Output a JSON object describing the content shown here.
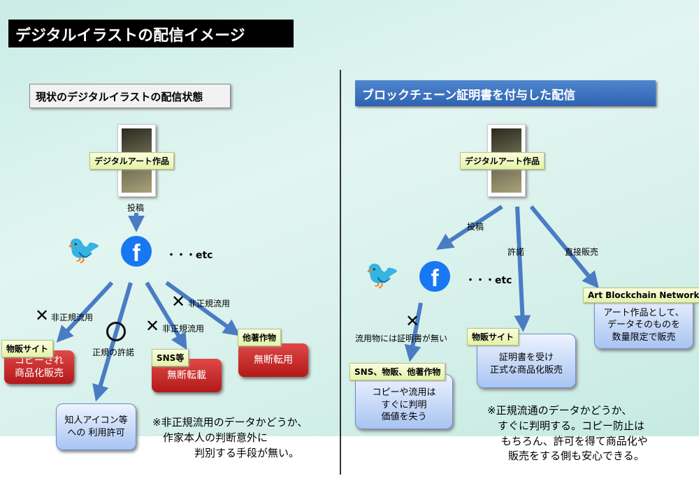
{
  "title": "デジタルイラストの配信イメージ",
  "left": {
    "heading": "現状のデジタルイラストの配信状態",
    "artwork_label": "デジタルアート作品",
    "post_label": "投稿",
    "etc": "・・・etc",
    "unauthorized": "非正規流用",
    "authorized": "正規の許諾",
    "boxes": [
      {
        "tag": "物販サイト",
        "text": "コピーされ\n商品化販売"
      },
      {
        "tag": "SNS等",
        "text": "無断転載"
      },
      {
        "tag": "他著作物",
        "text": "無断転用"
      }
    ],
    "permit_box": "知人アイコン等\nへの 利用許可",
    "note": "※非正規流用のデータかどうか、\n　作家本人の判断意外に\n　　　　判別する手段が無い。"
  },
  "right": {
    "heading": "ブロックチェーン証明書を付与した配信",
    "artwork_label": "デジタルアート作品",
    "post_label": "投稿",
    "license_label": "許諾",
    "direct_label": "直接販売",
    "etc": "・・・etc",
    "no_cert": "流用物には証明書が無い",
    "boxes": [
      {
        "tag": "SNS、物販、他著作物",
        "text": "コピーや流用は\nすぐに判明\n価値を失う"
      },
      {
        "tag": "物販サイト",
        "text": "証明書を受け\n正式な商品化販売"
      },
      {
        "tag": "Art Blockchain Network",
        "text": "アート作品として、\nデータそのものを\n数量限定で販売"
      }
    ],
    "note": "※正規流通のデータかどうか、\n　すぐに判明する。コピー防止は\n　 もちろん、許可を得て商品化や\n　　販売をする側も安心できる。"
  },
  "colors": {
    "arrow": "#4a7cc4",
    "red_box": "#c62828",
    "title_bg": "#000000",
    "heading_blue": "#3a6fbf"
  }
}
